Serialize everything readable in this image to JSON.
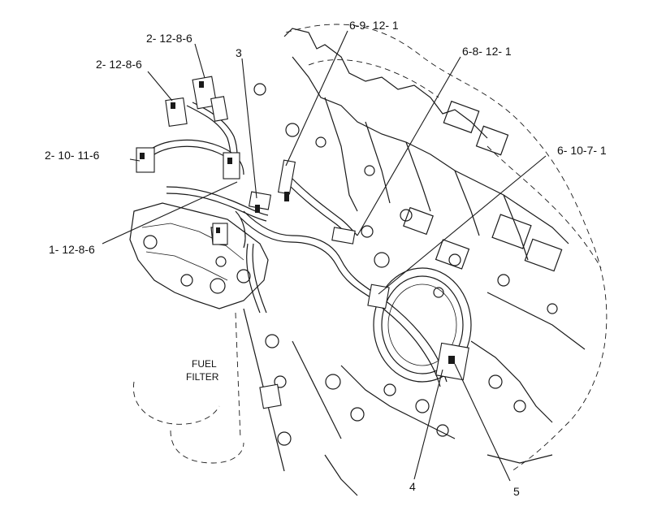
{
  "diagram": {
    "callouts": [
      {
        "id": "c1",
        "label": "2- 12-8-6"
      },
      {
        "id": "c2",
        "label": "2- 12-8-6"
      },
      {
        "id": "c3",
        "label": "2- 10- 11-6"
      },
      {
        "id": "c4",
        "label": "1- 12-8-6"
      },
      {
        "id": "c5",
        "label": "3"
      },
      {
        "id": "c6",
        "label": "6-9- 12- 1"
      },
      {
        "id": "c7",
        "label": "6-8- 12- 1"
      },
      {
        "id": "c8",
        "label": "6- 10-7- 1"
      },
      {
        "id": "c9",
        "label": "4"
      },
      {
        "id": "c10",
        "label": "5"
      }
    ],
    "component_label": {
      "line1": "FUEL",
      "line2": "FILTER"
    }
  }
}
